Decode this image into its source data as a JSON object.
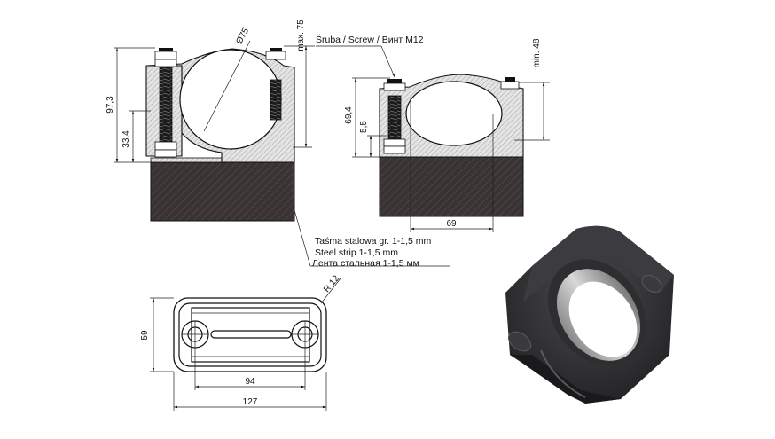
{
  "labels": {
    "screw_note": "Śruba / Screw / Винт M12",
    "strip_note_pl": "Taśma stalowa gr. 1-1,5 mm",
    "strip_note_en": "Steel strip 1-1,5 mm",
    "strip_note_ru": "Лента стальная 1-1,5 мм"
  },
  "dimensions": {
    "left_height": "97,3",
    "left_lower": "33,4",
    "diameter": "Ø75",
    "max_height": "max. 75",
    "right_height": "69,4",
    "right_small": "5,5",
    "min_height": "min. 48",
    "right_width": "69",
    "top_height": "59",
    "radius": "R 12",
    "hole_spacing": "94",
    "total_width": "127"
  },
  "colors": {
    "base_dark": "#3a3333",
    "part_gray": "#d9d9d9",
    "line": "#111111",
    "photo_dark": "#2a2a2c"
  },
  "icons": [
    "hex-nut-icon",
    "bolt-hole-icon"
  ]
}
